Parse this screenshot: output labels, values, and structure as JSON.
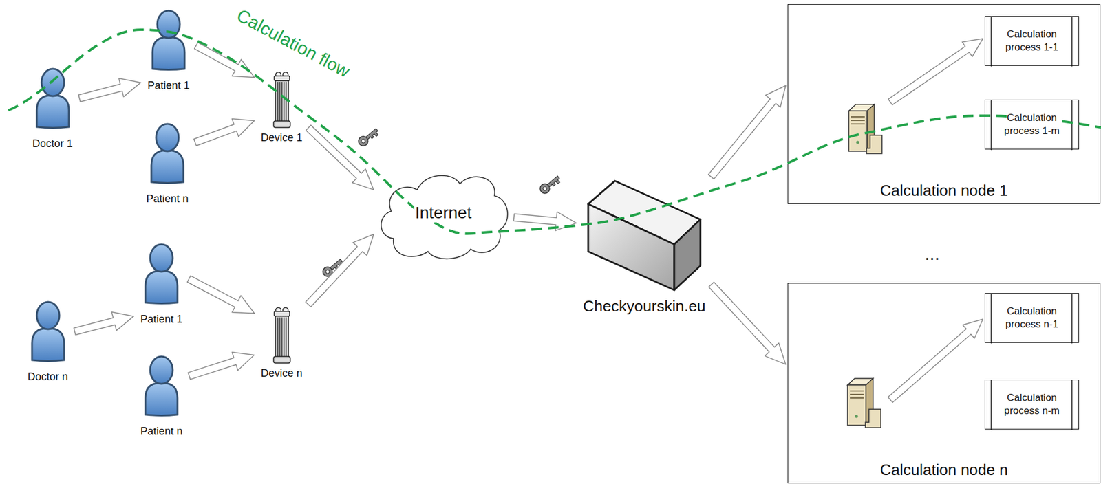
{
  "diagram": {
    "nodes": [
      {
        "text": [
          "Doctor 1"
        ]
      },
      {
        "text": [
          "Patient 1"
        ]
      },
      {
        "text": [
          "Patient n"
        ]
      },
      {
        "text": [
          "Device 1"
        ]
      },
      {
        "text": [
          "Doctor n"
        ]
      },
      {
        "text": [
          "Patient 1"
        ]
      },
      {
        "text": [
          "Patient n"
        ]
      },
      {
        "text": [
          "Device n"
        ]
      },
      {
        "text": [
          "Internet"
        ]
      },
      {
        "text": [
          "Checkyourskin.eu"
        ]
      },
      {
        "text": [
          "Calculation node 1"
        ]
      },
      {
        "text": [
          "Calculation process 1-1"
        ],
        "in": 10
      },
      {
        "text": [
          "Calculation process 1-m"
        ],
        "in": 10
      },
      {
        "text": [
          "Calculation node n"
        ]
      },
      {
        "text": [
          "Calculation process n-1"
        ],
        "in": 13
      },
      {
        "text": [
          "Calculation process n-m"
        ],
        "in": 13
      }
    ],
    "edges": [
      {
        "from": 0,
        "to": 1,
        "arrow": "to"
      },
      {
        "from": 1,
        "to": 3,
        "arrow": "to"
      },
      {
        "from": 2,
        "to": 3,
        "arrow": "to"
      },
      {
        "from": 3,
        "to": 8,
        "arrow": "to"
      },
      {
        "from": 4,
        "to": 5,
        "arrow": "to"
      },
      {
        "from": 5,
        "to": 7,
        "arrow": "to"
      },
      {
        "from": 6,
        "to": 7,
        "arrow": "to"
      },
      {
        "from": 7,
        "to": 8,
        "arrow": "to"
      },
      {
        "from": 8,
        "to": 9,
        "arrow": "to"
      },
      {
        "from": 9,
        "to": 10,
        "arrow": "to"
      },
      {
        "from": 9,
        "to": 13,
        "arrow": "to"
      }
    ],
    "labels": [
      "Calculation flow",
      "..."
    ]
  }
}
